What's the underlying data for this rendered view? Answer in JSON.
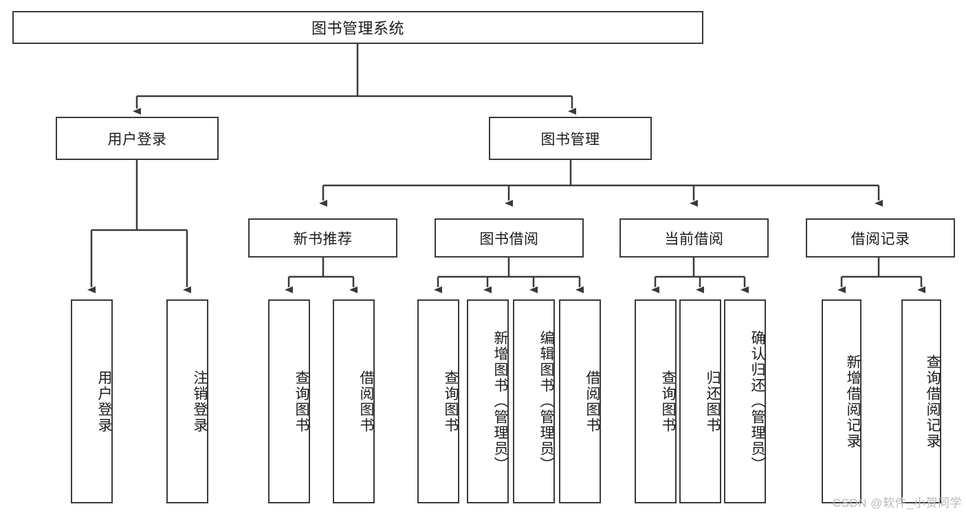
{
  "diagram": {
    "title": "图书管理系统",
    "type": "tree-hierarchy",
    "levels": {
      "root": "图书管理系统",
      "level2": [
        "用户登录",
        "图书管理"
      ],
      "level3": [
        "新书推荐",
        "图书借阅",
        "当前借阅",
        "借阅记录"
      ]
    }
  },
  "nodes": {
    "root": {
      "label": "图书管理系统"
    },
    "user_login": {
      "label": "用户登录"
    },
    "book_manage": {
      "label": "图书管理"
    },
    "new_book_rec": {
      "label": "新书推荐"
    },
    "book_borrow": {
      "label": "图书借阅"
    },
    "current_borrow": {
      "label": "当前借阅"
    },
    "borrow_record": {
      "label": "借阅记录"
    },
    "leaf_user_login": {
      "label": "用户登录"
    },
    "leaf_logout": {
      "label": "注销登录"
    },
    "leaf_query_book_1": {
      "label": "查询图书"
    },
    "leaf_borrow_book_1": {
      "label": "借阅图书"
    },
    "leaf_query_book_2": {
      "label": "查询图书"
    },
    "leaf_add_book": {
      "label": "新增图书（管理员）"
    },
    "leaf_edit_book": {
      "label": "编辑图书（管理员）"
    },
    "leaf_borrow_book_2": {
      "label": "借阅图书"
    },
    "leaf_query_book_3": {
      "label": "查询图书"
    },
    "leaf_return_book": {
      "label": "归还图书"
    },
    "leaf_confirm_return": {
      "label": "确认归还（管理员）"
    },
    "leaf_add_record": {
      "label": "新增借阅记录"
    },
    "leaf_query_record": {
      "label": "查询借阅记录"
    }
  },
  "watermark": {
    "text": "CSDN @软件_小贺同学"
  },
  "colors": {
    "stroke": "#3a3a3a",
    "background": "#ffffff",
    "text": "#1b1b1b",
    "watermark": "#b9b9b9"
  }
}
